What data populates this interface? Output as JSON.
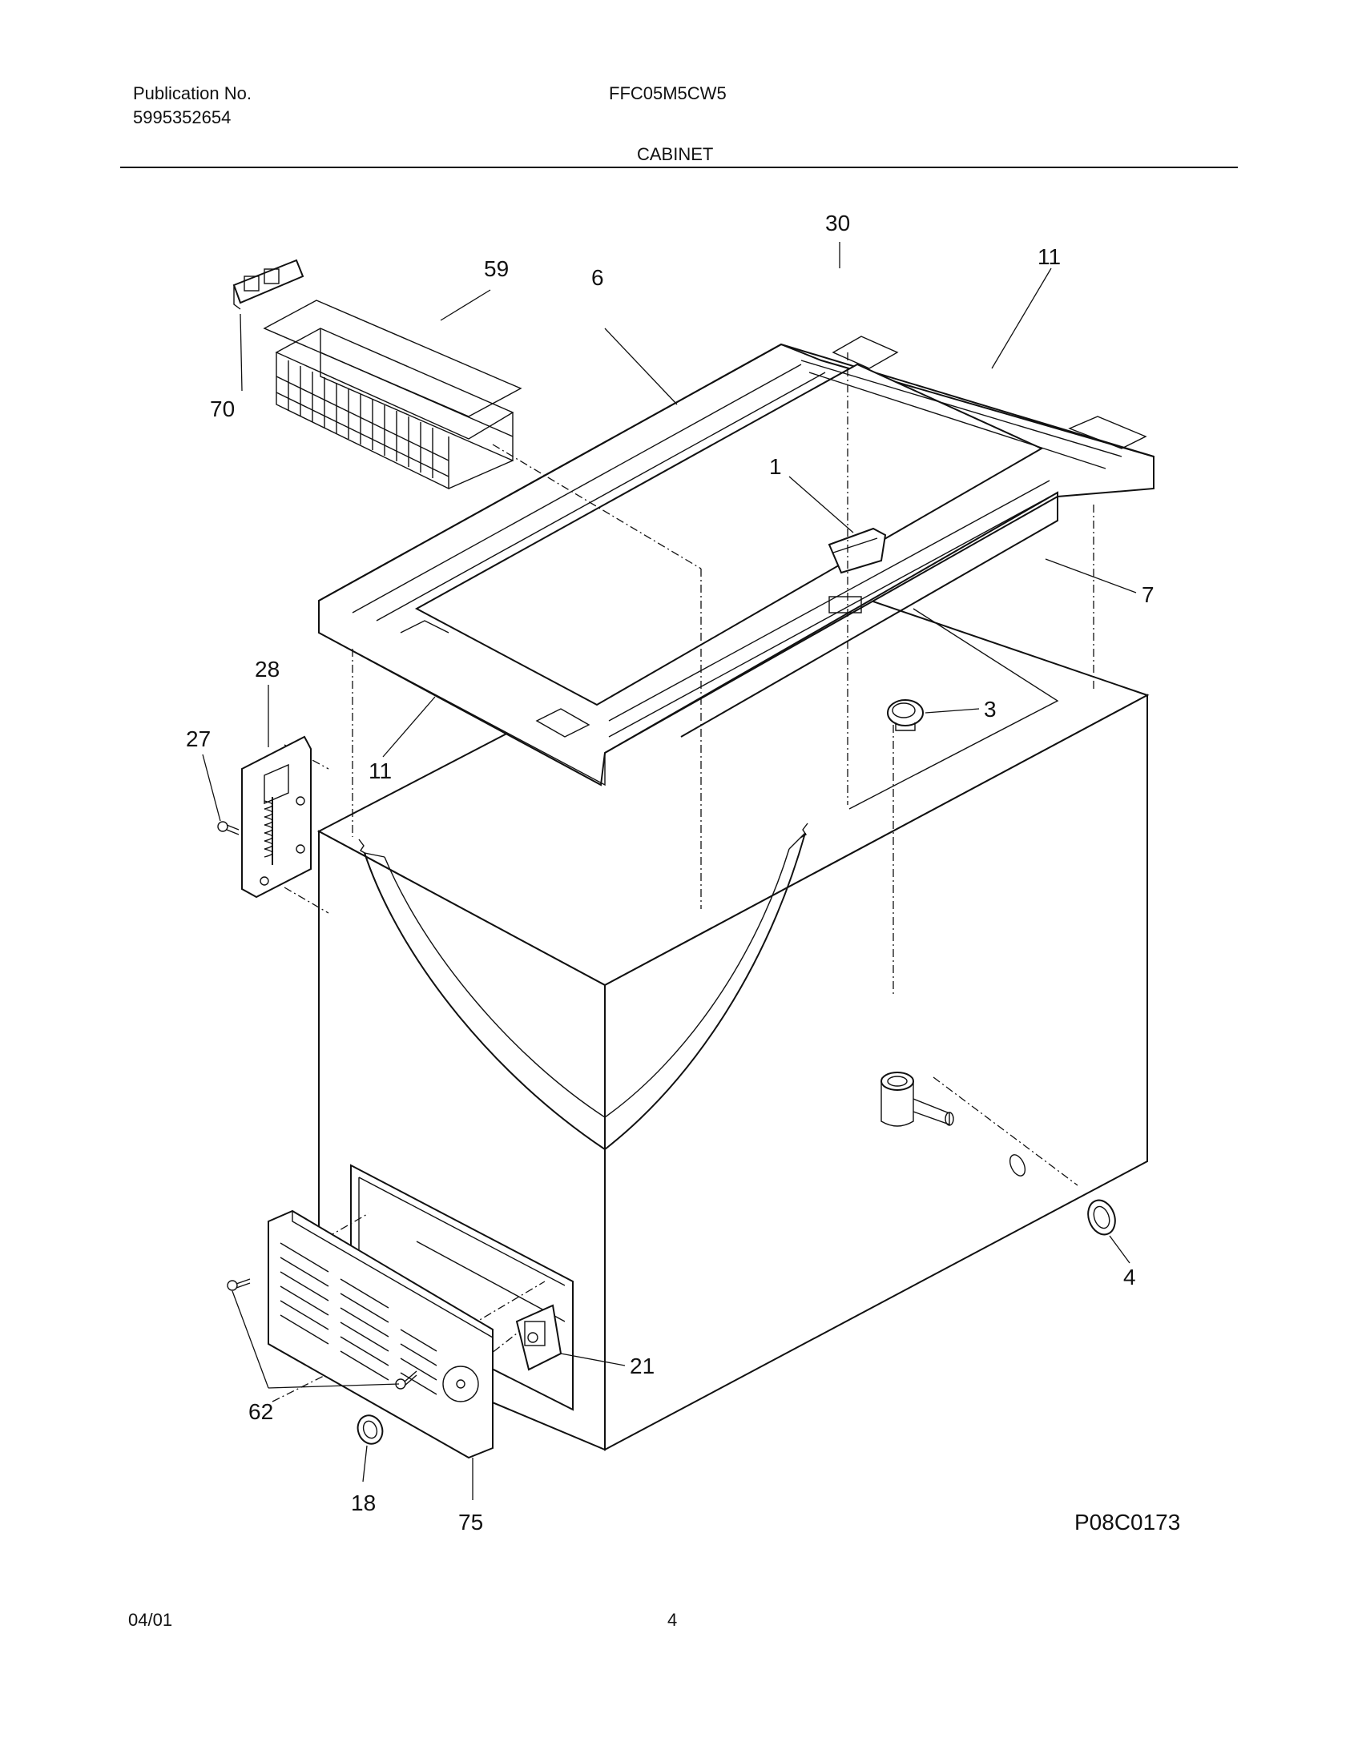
{
  "header": {
    "publication_label": "Publication No.",
    "publication_number": "5995352654",
    "model": "FFC05M5CW5",
    "section": "CABINET"
  },
  "diagram": {
    "drawing_id": "P08C0173",
    "callouts": {
      "c30": "30",
      "c59": "59",
      "c6": "6",
      "c11_top": "11",
      "c70": "70",
      "c1": "1",
      "c7": "7",
      "c28": "28",
      "c27": "27",
      "c11_left": "11",
      "c3": "3",
      "c4": "4",
      "c21": "21",
      "c62": "62",
      "c18": "18",
      "c75": "75"
    }
  },
  "footer": {
    "date": "04/01",
    "page": "4"
  }
}
